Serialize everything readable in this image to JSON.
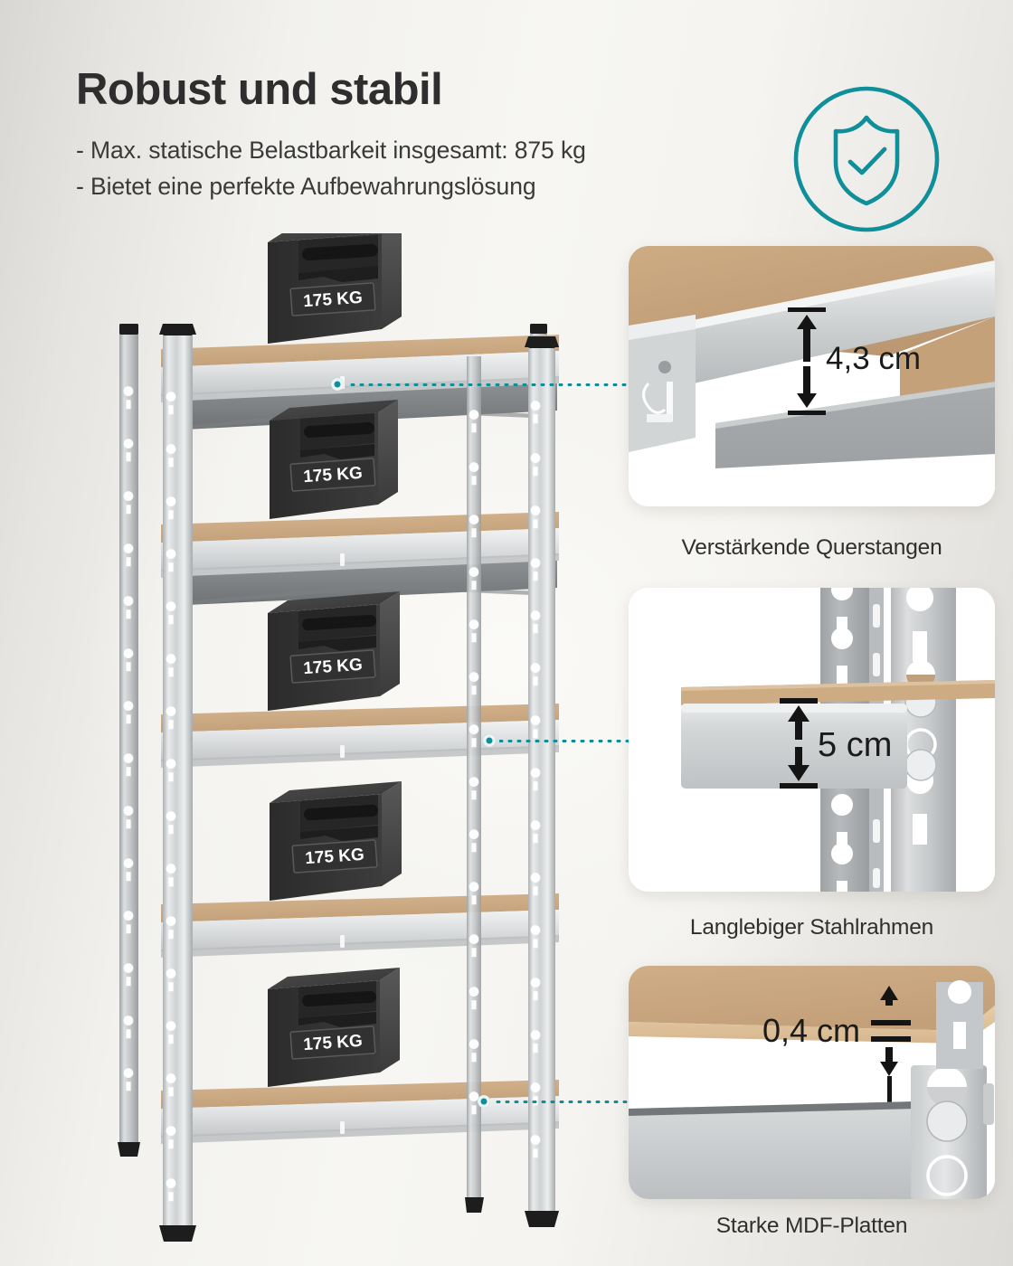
{
  "header": {
    "title": "Robust und stabil",
    "bullets": [
      "- Max. statische Belastbarkeit insgesamt: 875 kg",
      "- Bietet eine perfekte Aufbewahrungslösung"
    ]
  },
  "badge": {
    "icon": "shield-check-icon",
    "color": "#0f8f9a"
  },
  "product": {
    "alt": "fünfstöckiges Metallregal mit Gewichten",
    "shelf_count": 5,
    "weights": [
      {
        "label": "175 KG"
      },
      {
        "label": "175 KG"
      },
      {
        "label": "175 KG"
      },
      {
        "label": "175 KG"
      },
      {
        "label": "175 KG"
      }
    ]
  },
  "connectors": [
    {
      "name": "connector-crossbar"
    },
    {
      "name": "connector-steelframe"
    },
    {
      "name": "connector-mdf"
    }
  ],
  "panels": [
    {
      "name": "crossbar",
      "dimension": "4,3 cm",
      "caption": "Verstärkende Querstangen"
    },
    {
      "name": "steel-frame",
      "dimension": "5 cm",
      "caption": "Langlebiger Stahlrahmen"
    },
    {
      "name": "mdf-board",
      "dimension": "0,4 cm",
      "caption": "Starke MDF-Platten"
    }
  ],
  "colors": {
    "accent": "#0f8f9a",
    "background": "#f7f6f2",
    "text": "#2e2e2e",
    "mdf": "#c9a882",
    "steel": "#c9cbcd",
    "weight": "#3c3c3c"
  }
}
